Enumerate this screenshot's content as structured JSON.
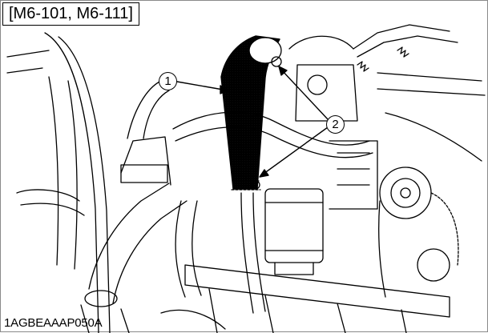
{
  "figure": {
    "model_label": "[M6-101, M6-111]",
    "image_code": "1AGBEAAAP050A",
    "callouts": [
      {
        "id": "callout-1",
        "label": "1"
      },
      {
        "id": "callout-2",
        "label": "2"
      }
    ]
  },
  "icons": {
    "illustration": "engine-bay-line-drawing-icon",
    "highlighted_part": "air-intake-hose-icon",
    "clamps": "hose-clamp-icon"
  },
  "colors": {
    "line": "#000000",
    "background": "#ffffff",
    "highlight_fill": "#6d6d6d"
  }
}
